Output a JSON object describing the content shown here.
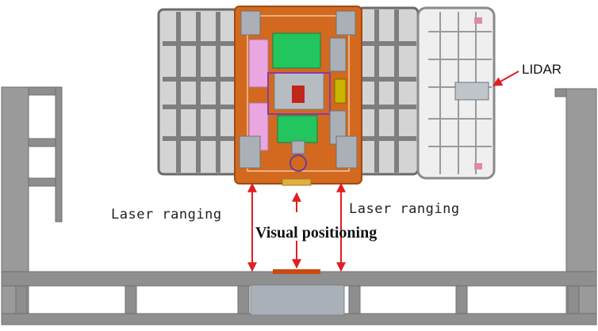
{
  "labels": {
    "lidar": "LIDAR",
    "laser_left": "Laser ranging",
    "laser_right": "Laser ranging",
    "visual": "Visual positioning"
  },
  "colors": {
    "frame": "#8e8e8e",
    "frame_dark": "#6f6f6f",
    "chassis": "#d2691e",
    "chassis_dark": "#a24a10",
    "green_board": "#22c55e",
    "arrow": "#e02020",
    "pink": "#e9a6e0",
    "target_plate": "#cc4a12",
    "sensor_box": "#a9b0b8"
  }
}
